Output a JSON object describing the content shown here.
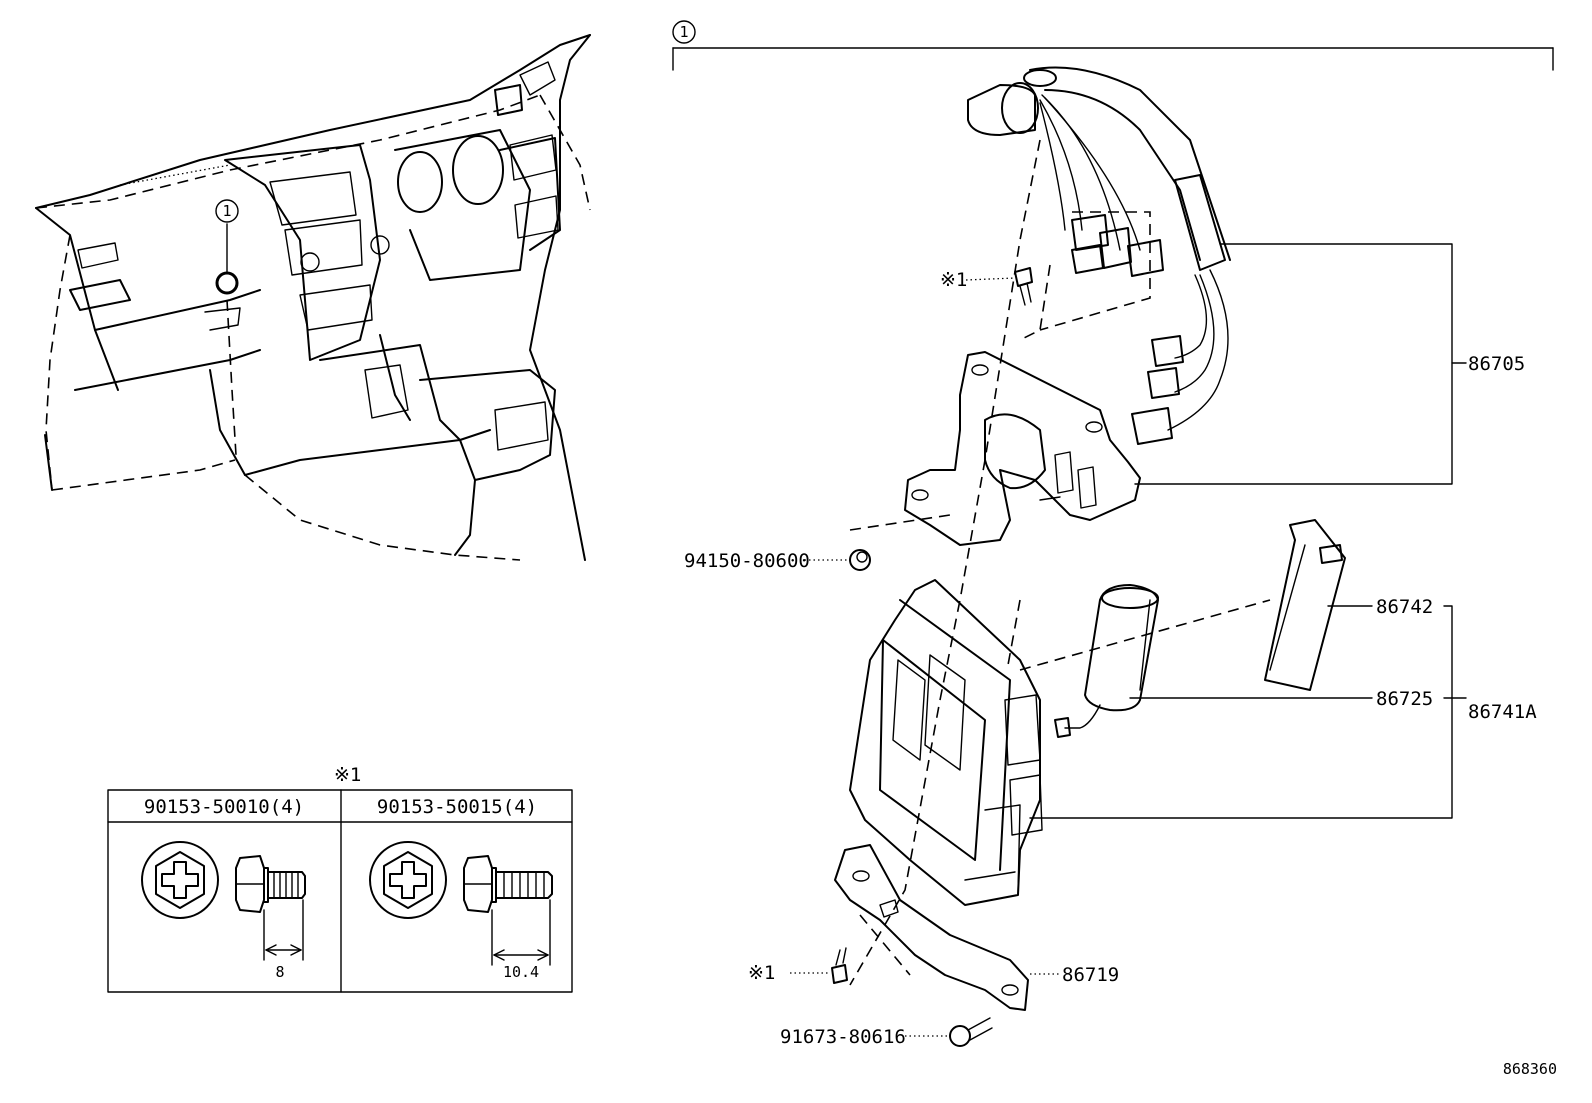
{
  "callout_ref": "1",
  "fastener_mark": "※1",
  "parts": {
    "p86705": "86705",
    "p94150": "94150-80600",
    "p86742": "86742",
    "p86725": "86725",
    "p86741A": "86741A",
    "p86719": "86719",
    "p91673": "91673-80616"
  },
  "fastener_table": {
    "note": "※1",
    "columns": [
      {
        "part": "90153-50010(4)",
        "dimension": "8"
      },
      {
        "part": "90153-50015(4)",
        "dimension": "10.4"
      }
    ]
  },
  "diagram_number": "868360"
}
